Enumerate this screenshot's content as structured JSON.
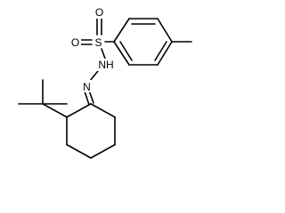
{
  "molecule": {
    "atoms": {
      "O_top": "O",
      "O_left": "O",
      "S": "S",
      "NH": "NH",
      "N": "N"
    }
  },
  "colors": {
    "bond": "#000000",
    "background": "#ffffff"
  }
}
